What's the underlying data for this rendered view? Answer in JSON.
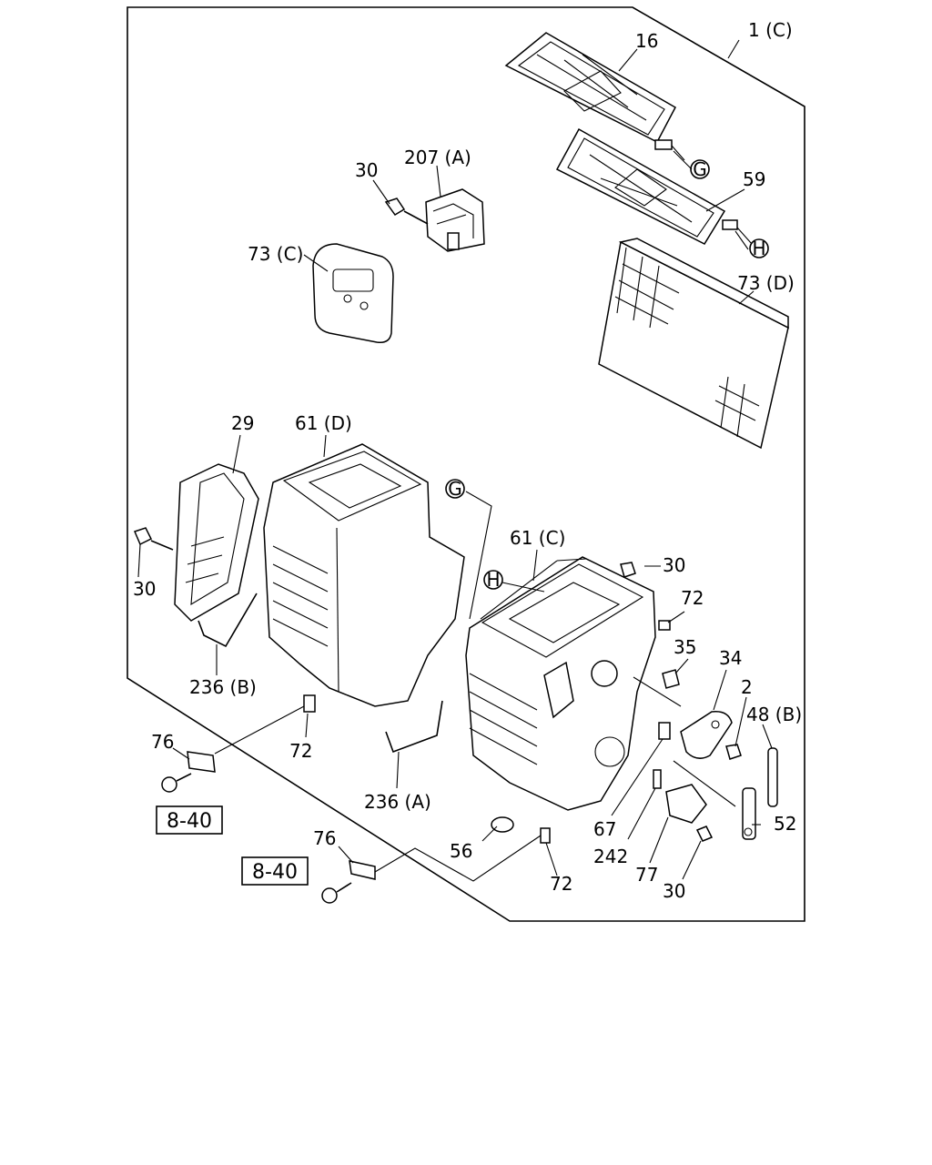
{
  "diagram": {
    "callouts": {
      "c1": "1 (C)",
      "c16": "16",
      "c207": "207 (A)",
      "c30a": "30",
      "c59": "59",
      "c73c": "73 (C)",
      "c73d": "73 (D)",
      "c29": "29",
      "c61d": "61 (D)",
      "c61c": "61 (C)",
      "c30b": "30",
      "c30c": "30",
      "c72a": "72",
      "c35": "35",
      "c34": "34",
      "c2": "2",
      "c48b": "48 (B)",
      "c236b": "236 (B)",
      "c76a": "76",
      "c72b": "72",
      "c236a": "236 (A)",
      "c67": "67",
      "c52": "52",
      "c56": "56",
      "c242": "242",
      "c77": "77",
      "c30d": "30",
      "c72c": "72",
      "c76b": "76"
    },
    "references": {
      "ref1": "8-40",
      "ref2": "8-40"
    },
    "markers": {
      "g1": "G",
      "h1": "H",
      "g2": "G",
      "h2": "H"
    }
  }
}
